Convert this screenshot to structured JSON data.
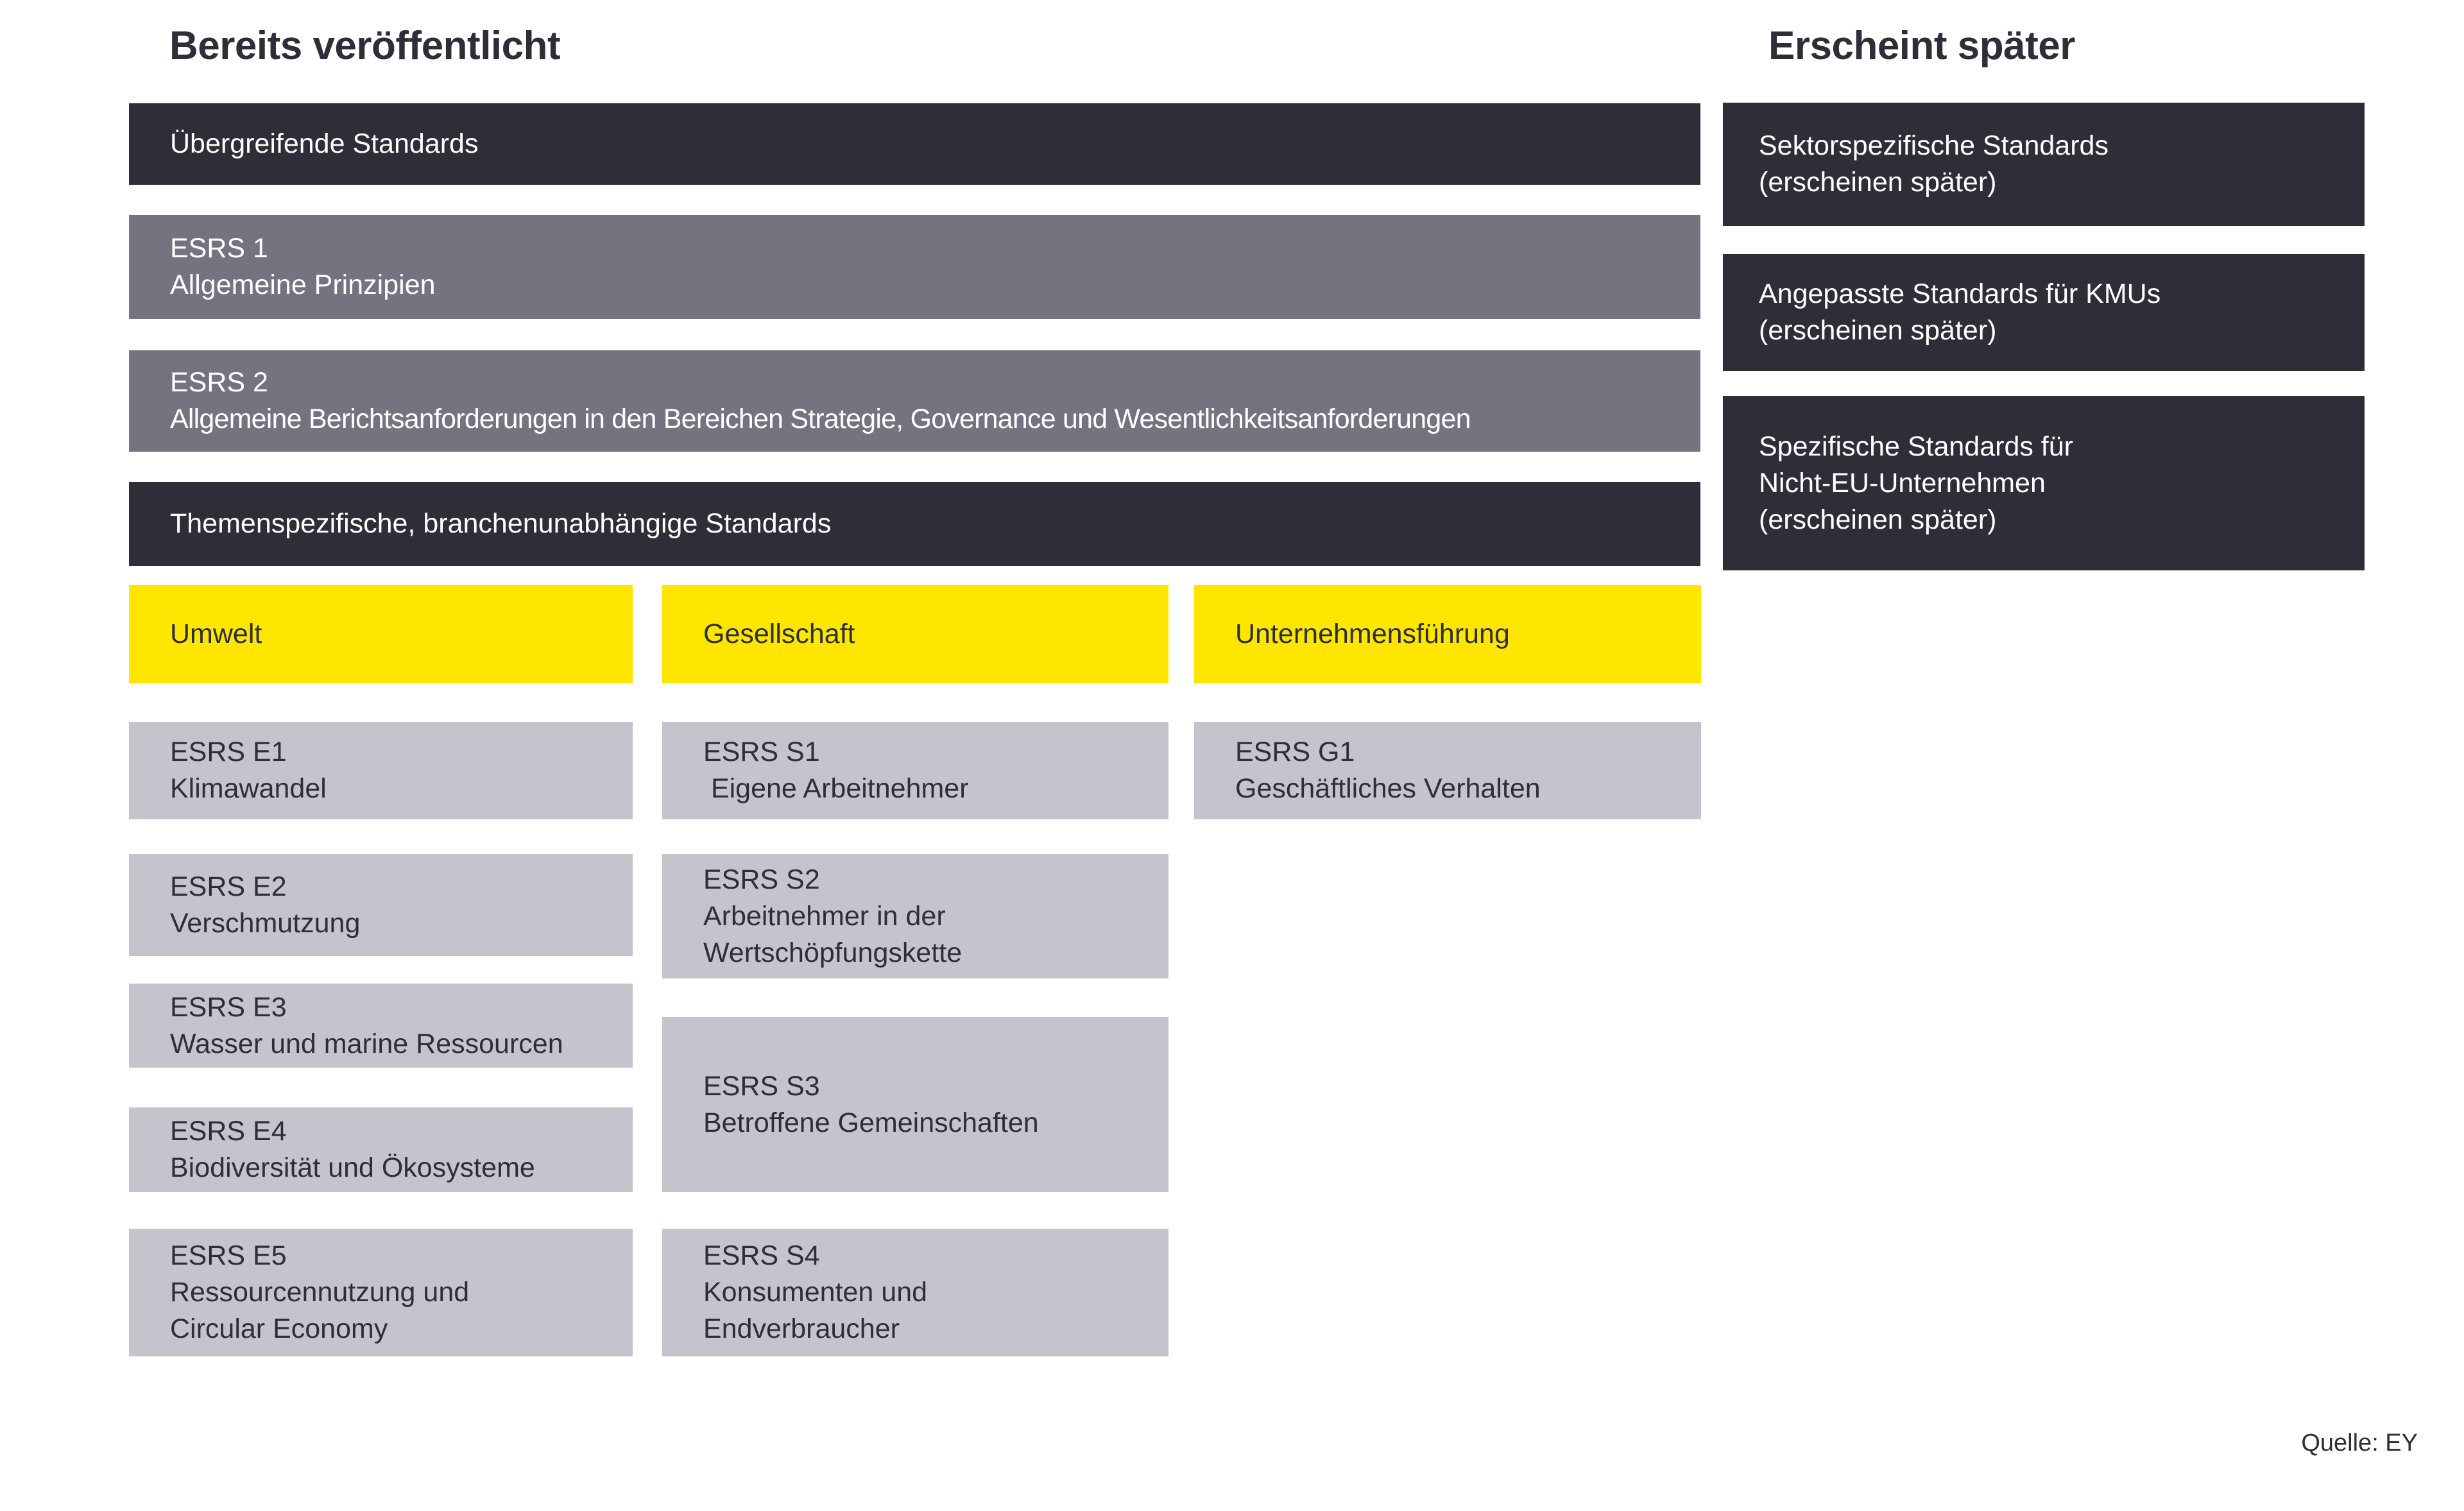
{
  "published": {
    "title": "Bereits veröffentlicht",
    "overarching": "Übergreifende Standards",
    "esrs1_code": "ESRS 1",
    "esrs1_name": "Allgemeine Prinzipien",
    "esrs2_code": "ESRS 2",
    "esrs2_name": "Allgemeine Berichtsanforderungen in den Bereichen Strategie, Governance und Wesentlichkeitsanforderungen",
    "topic_header": "Themenspezifische, branchenunabhängige Standards",
    "columns": [
      {
        "title": "Umwelt",
        "items": [
          {
            "code": "ESRS E1",
            "name": "Klimawandel"
          },
          {
            "code": "ESRS E2",
            "name": "Verschmutzung"
          },
          {
            "code": "ESRS E3",
            "name": "Wasser und marine Ressourcen"
          },
          {
            "code": "ESRS E4",
            "name": "Biodiversität und Ökosysteme"
          },
          {
            "code": "ESRS E5",
            "name": "Ressourcennutzung und\nCircular Economy"
          }
        ]
      },
      {
        "title": "Gesellschaft",
        "items": [
          {
            "code": "ESRS S1",
            "name": " Eigene Arbeitnehmer"
          },
          {
            "code": "ESRS S2",
            "name": "Arbeitnehmer in der\nWertschöpfungskette"
          },
          {
            "code": "ESRS S3",
            "name": "Betroffene Gemeinschaften"
          },
          {
            "code": "ESRS S4",
            "name": "Konsumenten und\nEndverbraucher"
          }
        ]
      },
      {
        "title": "Unternehmensführung",
        "items": [
          {
            "code": "ESRS G1",
            "name": "Geschäftliches Verhalten"
          }
        ]
      }
    ]
  },
  "upcoming": {
    "title": "Erscheint später",
    "boxes": [
      {
        "text": "Sektorspezifische Standards\n(erscheinen später)"
      },
      {
        "text": "Angepasste Standards für KMUs\n(erscheinen später)"
      },
      {
        "text": "Spezifische Standards für\nNicht-EU-Unternehmen\n(erscheinen später)"
      }
    ]
  },
  "source": "Quelle: EY",
  "colors": {
    "dark": "#2E2E38",
    "medium_gray": "#747480",
    "light_gray": "#C4C4CD",
    "yellow": "#FFE600",
    "text_on_dark": "#FFFFFF",
    "text_on_light": "#2E2E38",
    "background": "#FFFFFF"
  }
}
